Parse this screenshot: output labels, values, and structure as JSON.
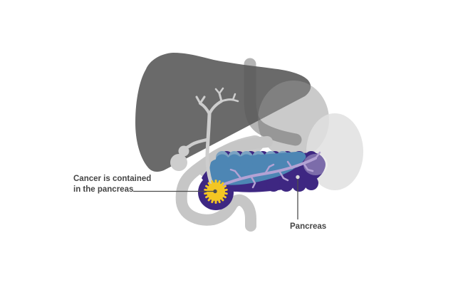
{
  "figure": {
    "type": "medical-illustration",
    "description": "Anatomical diagram showing a cancer tumour contained in the head of the pancreas, with liver, stomach, gallbladder, bile ducts and duodenum",
    "background": "#ffffff"
  },
  "annotations": {
    "tumor_label_line1": "Cancer is contained",
    "tumor_label_line2": "in the pancreas",
    "pancreas_label": "Pancreas"
  },
  "colors": {
    "liver": "#6a6a6a",
    "stomach_body": "rgba(150,150,150,0.5)",
    "esophagus": "rgba(88,88,88,0.45)",
    "stomach_light": "rgba(224,224,224,0.85)",
    "duodenum": "#c6c6c6",
    "bile_duct": "#cdcdcd",
    "gallbladder": "#cdcdcd",
    "pancreas": "#3e2782",
    "pancreas_blue": "#4d86b4",
    "pancreas_blue_light": "#7ba2c2",
    "pancreatic_duct": "#b3a2d4",
    "tail_highlight": "rgba(255,255,255,0.32)",
    "tumor": "#f3c623",
    "leader_line": "#4d4d4d",
    "leader_dot_dark": "#4d4d4d",
    "leader_dot_light": "#dadada"
  }
}
